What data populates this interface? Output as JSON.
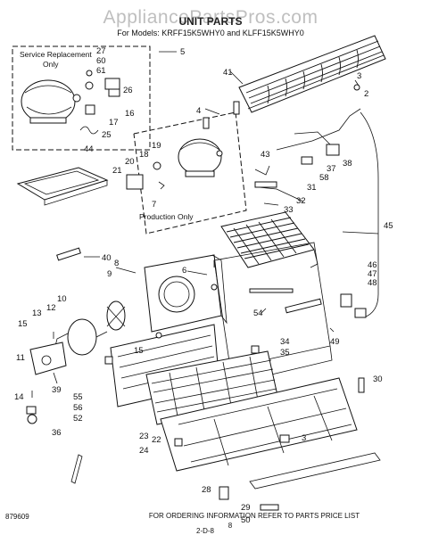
{
  "watermark": "AppliancePartsPros.com",
  "header": {
    "title": "UNIT PARTS",
    "models": "For Models: KRFF15K5WHY0 and KLFF15K5WHY0"
  },
  "boxes": {
    "service": {
      "line1": "Service Replacement",
      "line2": "Only"
    },
    "production": {
      "label": "Production Only"
    }
  },
  "callouts": [
    "27",
    "60",
    "61",
    "26",
    "16",
    "17",
    "25",
    "5",
    "4",
    "41",
    "3",
    "2",
    "44",
    "19",
    "18",
    "20",
    "21",
    "7",
    "43",
    "37",
    "38",
    "58",
    "31",
    "32",
    "33",
    "45",
    "40",
    "9",
    "8",
    "6",
    "46",
    "47",
    "48",
    "10",
    "12",
    "13",
    "15",
    "11",
    "54",
    "34",
    "35",
    "49",
    "15",
    "14",
    "39",
    "55",
    "56",
    "52",
    "30",
    "36",
    "23",
    "22",
    "3",
    "24",
    "28",
    "29",
    "50"
  ],
  "footer": {
    "note": "FOR ORDERING INFORMATION REFER TO PARTS PRICE LIST",
    "page": "8",
    "code": "879609",
    "handwritten": "2-D-8"
  }
}
